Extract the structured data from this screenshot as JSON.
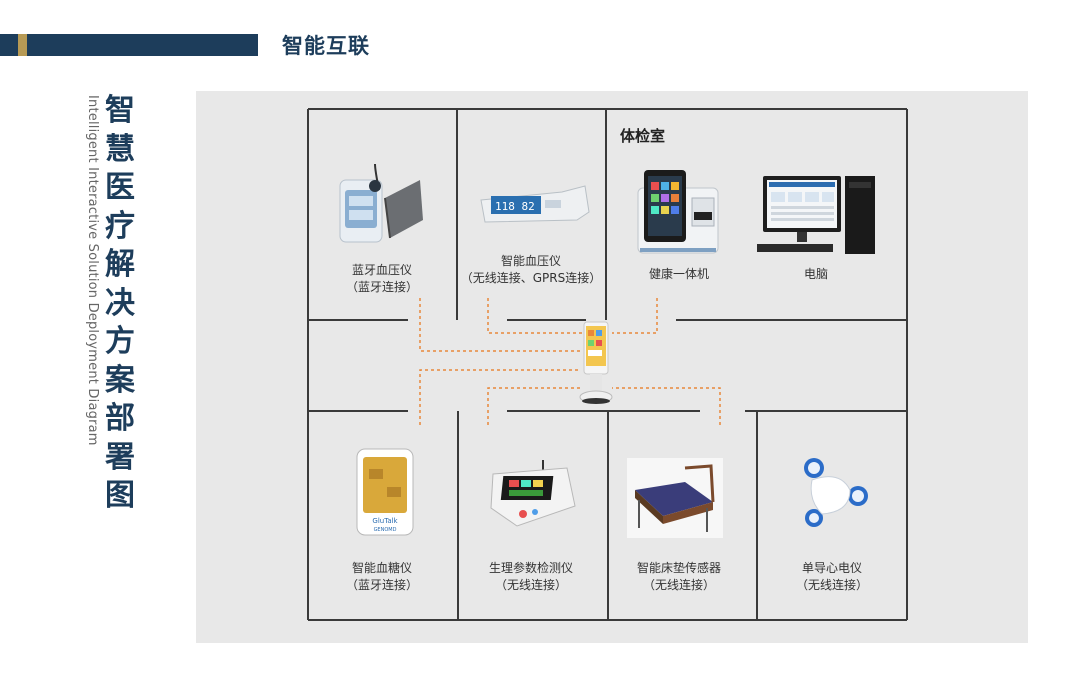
{
  "header": {
    "section_title": "智能互联"
  },
  "title": {
    "zh": "智慧医疗解决方案部署图",
    "en": "Intelligent Interactive Solution Deployment Diagram"
  },
  "room_label": "体检室",
  "devices": {
    "bt_bp": {
      "name": "蓝牙血压仪",
      "conn": "（蓝牙连接）"
    },
    "smart_bp": {
      "name": "智能血压仪",
      "conn": "（无线连接、GPRS连接）"
    },
    "health_kiosk": {
      "name": "健康一体机"
    },
    "computer": {
      "name": "电脑"
    },
    "glucose": {
      "name": "智能血糖仪",
      "conn": "（蓝牙连接）",
      "brand": "GluTalk",
      "maker": "GENOMD"
    },
    "vitals": {
      "name": "生理参数检测仪",
      "conn": "（无线连接）"
    },
    "mattress": {
      "name": "智能床垫传感器",
      "conn": "（无线连接）"
    },
    "ecg": {
      "name": "单导心电仪",
      "conn": "（无线连接）"
    }
  },
  "colors": {
    "navy": "#1d3d5b",
    "gold": "#b79a55",
    "panel": "#e8e8e8",
    "wall": "#3a3a3a",
    "link": "#e8873a"
  }
}
